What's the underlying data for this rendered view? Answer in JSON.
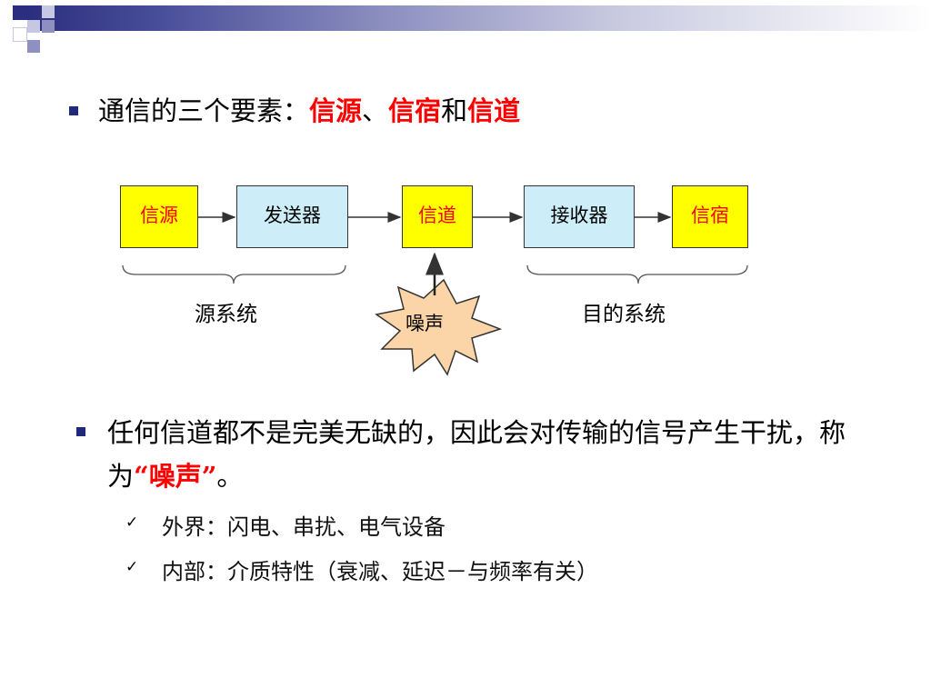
{
  "heading": {
    "prefix": "通信的三个要素：",
    "term1": "信源",
    "sep1": "、",
    "term2": "信宿",
    "sep2": "和",
    "term3": "信道"
  },
  "diagram": {
    "boxes": [
      "信源",
      "发送器",
      "信道",
      "接收器",
      "信宿"
    ],
    "source_system": "源系统",
    "dest_system": "目的系统",
    "noise": "噪声"
  },
  "para": {
    "text1": "任何信道都不是完美无缺的，因此会对传输的信号产生干扰，称为",
    "quote": "“噪声”",
    "end": "。"
  },
  "subitems": [
    {
      "mark": "✓",
      "text": "外界：闪电、串扰、电气设备"
    },
    {
      "mark": "✓",
      "text": "内部：介质特性（衰减、延迟－与频率有关）"
    }
  ],
  "colors": {
    "accent_red": "#ff0000",
    "box_yellow": "#ffff00",
    "box_blue": "#cdeef8",
    "noise_fill": "#fbd5a8",
    "bullet_navy": "#1f2a7a"
  }
}
